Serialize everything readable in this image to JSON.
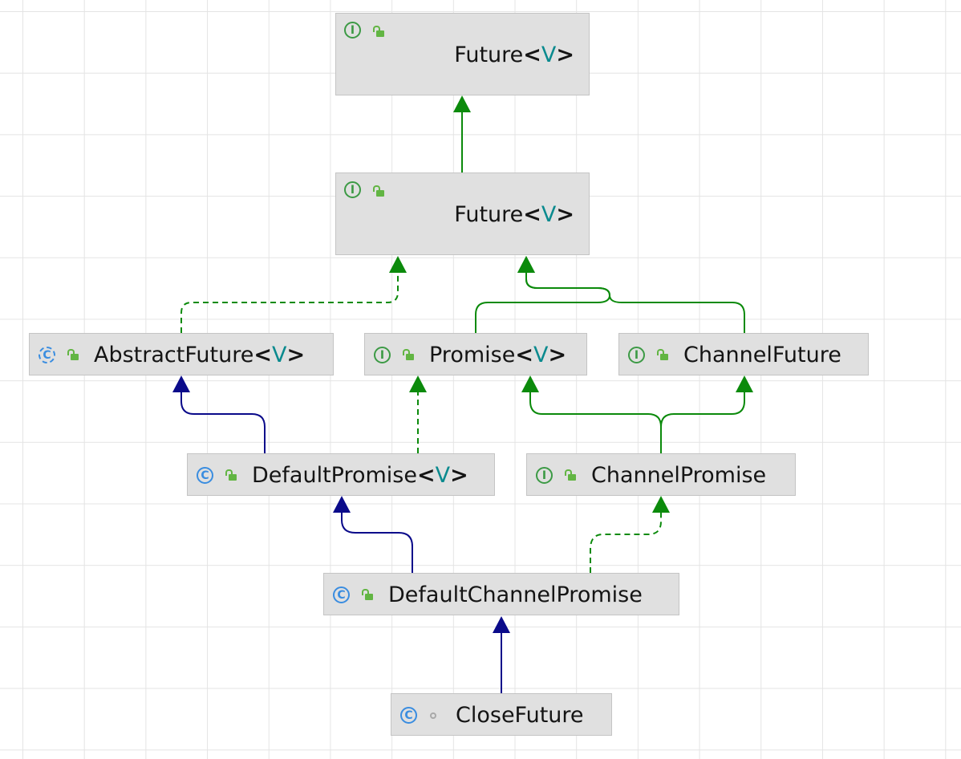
{
  "diagram": {
    "nodes": [
      {
        "id": "future_top",
        "name": "Future",
        "type_param": "V",
        "kind": "interface",
        "visibility": "public"
      },
      {
        "id": "future_netty",
        "name": "Future",
        "type_param": "V",
        "kind": "interface",
        "visibility": "public"
      },
      {
        "id": "abstract_future",
        "name": "AbstractFuture",
        "type_param": "V",
        "kind": "abstract-class",
        "visibility": "public"
      },
      {
        "id": "promise",
        "name": "Promise",
        "type_param": "V",
        "kind": "interface",
        "visibility": "public"
      },
      {
        "id": "channel_future",
        "name": "ChannelFuture",
        "type_param": null,
        "kind": "interface",
        "visibility": "public"
      },
      {
        "id": "default_promise",
        "name": "DefaultPromise",
        "type_param": "V",
        "kind": "class",
        "visibility": "public"
      },
      {
        "id": "channel_promise",
        "name": "ChannelPromise",
        "type_param": null,
        "kind": "interface",
        "visibility": "public"
      },
      {
        "id": "default_channel_promise",
        "name": "DefaultChannelPromise",
        "type_param": null,
        "kind": "class",
        "visibility": "public"
      },
      {
        "id": "close_future",
        "name": "CloseFuture",
        "type_param": null,
        "kind": "class",
        "visibility": "package-private"
      }
    ],
    "edges": [
      {
        "from": "future_netty",
        "to": "future_top",
        "relation": "extends",
        "style": "solid",
        "color": "#0b8a0b"
      },
      {
        "from": "abstract_future",
        "to": "future_netty",
        "relation": "implements",
        "style": "dashed",
        "color": "#0b8a0b"
      },
      {
        "from": "promise",
        "to": "future_netty",
        "relation": "extends",
        "style": "solid",
        "color": "#0b8a0b"
      },
      {
        "from": "channel_future",
        "to": "future_netty",
        "relation": "extends",
        "style": "solid",
        "color": "#0b8a0b"
      },
      {
        "from": "default_promise",
        "to": "abstract_future",
        "relation": "extends",
        "style": "solid",
        "color": "#0a0a8a"
      },
      {
        "from": "default_promise",
        "to": "promise",
        "relation": "implements",
        "style": "dashed",
        "color": "#0b8a0b"
      },
      {
        "from": "channel_promise",
        "to": "promise",
        "relation": "extends",
        "style": "solid",
        "color": "#0b8a0b"
      },
      {
        "from": "channel_promise",
        "to": "channel_future",
        "relation": "extends",
        "style": "solid",
        "color": "#0b8a0b"
      },
      {
        "from": "default_channel_promise",
        "to": "default_promise",
        "relation": "extends",
        "style": "solid",
        "color": "#0a0a8a"
      },
      {
        "from": "default_channel_promise",
        "to": "channel_promise",
        "relation": "implements",
        "style": "dashed",
        "color": "#0b8a0b"
      },
      {
        "from": "close_future",
        "to": "default_channel_promise",
        "relation": "extends",
        "style": "solid",
        "color": "#0a0a8a"
      }
    ]
  },
  "icons": {
    "interface": "I",
    "class": "C",
    "abstract-class": "C"
  },
  "colors": {
    "node_fill": "#e0e0e0",
    "node_border": "#c4c4c4",
    "text": "#141414",
    "type_param": "#0a8a8e",
    "extends_class": "#0a0a8a",
    "extends_interface": "#0b8a0b",
    "interface_icon": "#3c9a45",
    "class_icon": "#3a8de0",
    "visibility_public": "#62b543",
    "grid": "#e4e4e4"
  }
}
